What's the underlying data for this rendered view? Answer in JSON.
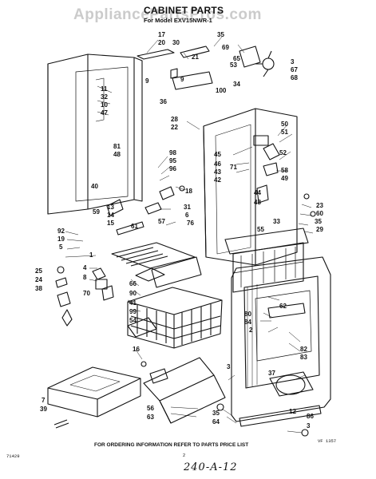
{
  "watermark": "AppliancePartsPros.com",
  "title": "CABINET PARTS",
  "model_line": "For Model EXV15NWR-1",
  "footer_note": "FOR ORDERING INFORMATION REFER TO PARTS PRICE LIST",
  "doc_code_left": "71429",
  "page_number": "2",
  "doc_code_right": "VF 1357",
  "handwritten_note": "240-A-12",
  "callouts": [
    "17",
    "35",
    "20",
    "30",
    "69",
    "21",
    "65",
    "3",
    "67",
    "68",
    "9",
    "53",
    "34",
    "100",
    "36",
    "11",
    "32",
    "10",
    "47",
    "28",
    "22",
    "50",
    "51",
    "52",
    "45",
    "46",
    "43",
    "42",
    "71",
    "58",
    "49",
    "44",
    "48",
    "33",
    "81",
    "48",
    "98",
    "95",
    "96",
    "18",
    "23",
    "60",
    "35",
    "29",
    "40",
    "13",
    "14",
    "15",
    "59",
    "31",
    "6",
    "57",
    "76",
    "92",
    "19",
    "5",
    "61",
    "55",
    "1",
    "4",
    "25",
    "24",
    "38",
    "8",
    "66",
    "90",
    "70",
    "41",
    "99",
    "54",
    "2",
    "62",
    "80",
    "84",
    "82",
    "83",
    "37",
    "16",
    "3",
    "7",
    "39",
    "56",
    "63",
    "35",
    "64",
    "86",
    "3",
    "12",
    "9"
  ]
}
